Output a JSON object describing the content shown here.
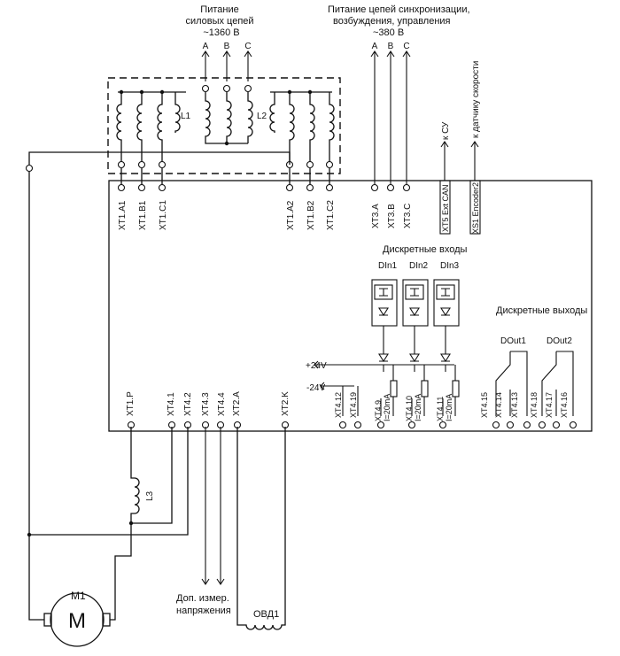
{
  "top_power": {
    "line1": "Питание",
    "line2": "силовых цепей",
    "line3": "~1360 В",
    "phases": [
      "A",
      "B",
      "C"
    ]
  },
  "top_sync": {
    "line1": "Питание цепей синхронизации,",
    "line2": "возбуждения, управления",
    "line3": "~380 В",
    "phases": [
      "A",
      "B",
      "C"
    ]
  },
  "inductors": {
    "l1": "L1",
    "l2": "L2",
    "l3": "L3"
  },
  "top_terminals": {
    "group1": [
      "XT1.A1",
      "XT1.B1",
      "XT1.C1"
    ],
    "group2": [
      "XT1.A2",
      "XT1.B2",
      "XT1.C2"
    ],
    "group3": [
      "XT3.A",
      "XT3.B",
      "XT3.C"
    ]
  },
  "connectors": {
    "xt5": "XT5 Ext CAN",
    "xs1": "XS1 Encoder2"
  },
  "arrows": {
    "k_su": "к СУ",
    "k_speed": "к датчику скорости"
  },
  "discrete_inputs": {
    "title": "Дискретные входы",
    "names": [
      "DIn1",
      "DIn2",
      "DIn3"
    ],
    "currents": [
      "I=20mA",
      "I=20mA",
      "I=20mA"
    ]
  },
  "discrete_outputs": {
    "title": "Дискретные выходы",
    "names": [
      "DOut1",
      "DOut2"
    ]
  },
  "supply": {
    "plus": "+24V",
    "minus": "-24V"
  },
  "bottom_terminals": {
    "left": [
      "XT1.P",
      "XT4.1",
      "XT4.2",
      "XT4.3",
      "XT4.4",
      "XT2.A",
      "XT2.K"
    ],
    "right": [
      "XT4.12",
      "XT4.19",
      "XT4.9",
      "XT4.10",
      "XT4.11",
      "XT4.15",
      "XT4.14",
      "XT4.13",
      "XT4.18",
      "XT4.17",
      "XT4.16"
    ]
  },
  "motor": {
    "name": "M1",
    "symbol": "M"
  },
  "voltage_meas": {
    "line1": "Доп. измер.",
    "line2": "напряжения"
  },
  "ovd": "ОВД1"
}
